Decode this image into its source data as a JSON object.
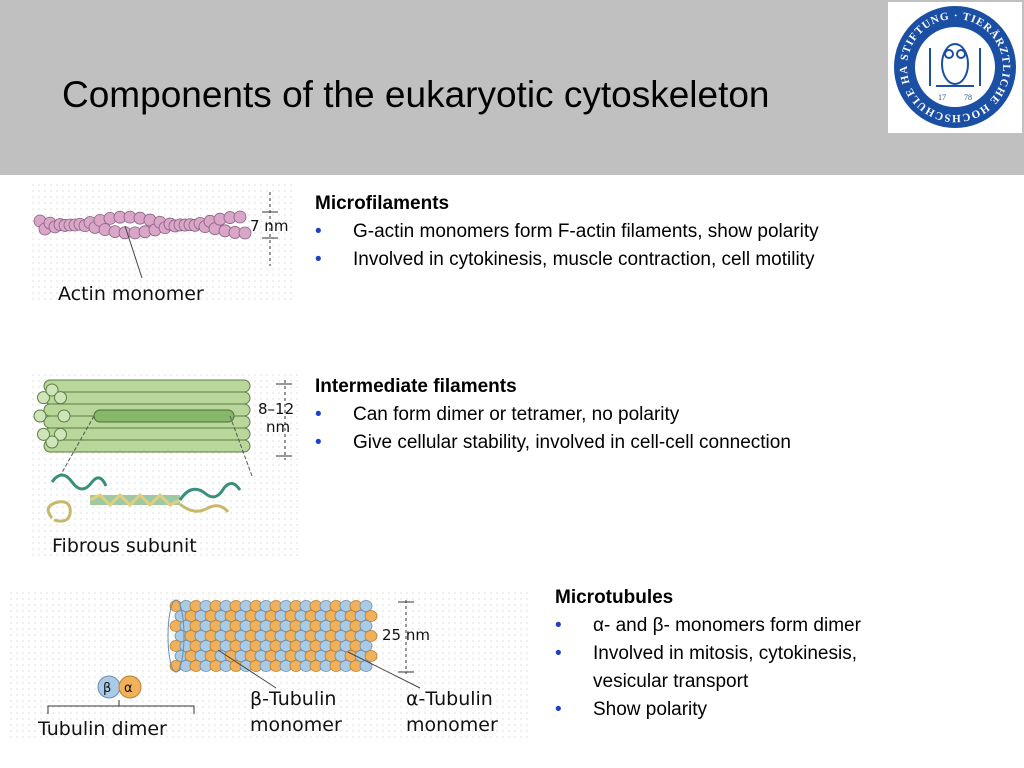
{
  "title": "Components of the eukaryotic cytoskeleton",
  "logo": {
    "ring_text": "STIFTUNG · TIERÄRZTLICHE HOCHSCHULE HANNOVER",
    "year_left": "17",
    "year_right": "78",
    "color": "#1a4fa3"
  },
  "microfilaments": {
    "heading": "Microfilaments",
    "bullets": [
      "G-actin monomers form F-actin filaments, show polarity",
      "Involved in cytokinesis, muscle contraction, cell motility"
    ],
    "figure": {
      "label": "Actin monomer",
      "dimension": "7 nm",
      "bead_color": "#d9a6c8"
    }
  },
  "intermediate_filaments": {
    "heading": "Intermediate filaments",
    "bullets": [
      "Can form dimer or tetramer, no polarity",
      "Give cellular stability, involved in cell-cell connection"
    ],
    "figure": {
      "label": "Fibrous subunit",
      "dimension_top": "8–12",
      "dimension_bottom": "nm",
      "rod_color": "#b9d79b"
    }
  },
  "microtubules": {
    "heading": "Microtubules",
    "bullets": [
      "α- and β- monomers form dimer",
      "Involved in mitosis, cytokinesis, vesicular transport",
      "Show polarity"
    ],
    "figure": {
      "dimension": "25 nm",
      "dimer_label": "Tubulin dimer",
      "beta_symbol": "β",
      "alpha_symbol": "α",
      "beta_label_1": "β-Tubulin",
      "beta_label_2": "monomer",
      "alpha_label_1": "α-Tubulin",
      "alpha_label_2": "monomer",
      "beta_color": "#a9cbe6",
      "alpha_color": "#f0b15a"
    }
  },
  "bullet_glyph": "•"
}
